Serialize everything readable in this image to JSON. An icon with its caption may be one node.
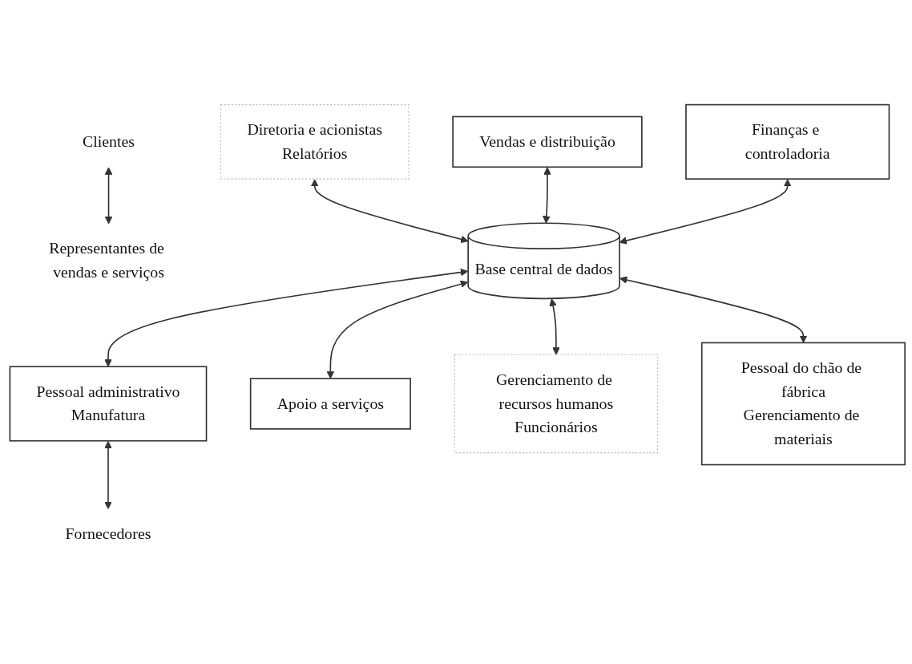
{
  "diagram": {
    "nodes": [
      {
        "text": [
          "Diretoria e acionistas",
          "Relatórios"
        ]
      },
      {
        "text": [
          "Vendas e distribuição"
        ]
      },
      {
        "text": [
          "Finanças e controladoria"
        ]
      },
      {
        "text": [
          "Clientes"
        ]
      },
      {
        "text": [
          "Representantes de vendas e serviços"
        ]
      },
      {
        "text": [
          "Base central de dados"
        ]
      },
      {
        "text": [
          "Pessoal administrativo",
          "Manufatura"
        ]
      },
      {
        "text": [
          "Fornecedores"
        ]
      },
      {
        "text": [
          "Apoio a serviços"
        ]
      },
      {
        "text": [
          "Gerenciamento de recursos humanos",
          "Funcionários"
        ]
      },
      {
        "text": [
          "Pessoal do chão de fábrica",
          "Gerenciamento de materiais"
        ]
      }
    ],
    "edges": [
      {
        "from": 0,
        "to": 5,
        "arrow": "both"
      },
      {
        "from": 1,
        "to": 5,
        "arrow": "both"
      },
      {
        "from": 2,
        "to": 5,
        "arrow": "both"
      },
      {
        "from": 3,
        "to": 4,
        "arrow": "both"
      },
      {
        "from": 5,
        "to": 6,
        "arrow": "both"
      },
      {
        "from": 6,
        "to": 7,
        "arrow": "both"
      },
      {
        "from": 5,
        "to": 8,
        "arrow": "both"
      },
      {
        "from": 5,
        "to": 9,
        "arrow": "both"
      },
      {
        "from": 5,
        "to": 10,
        "arrow": "both"
      }
    ]
  }
}
